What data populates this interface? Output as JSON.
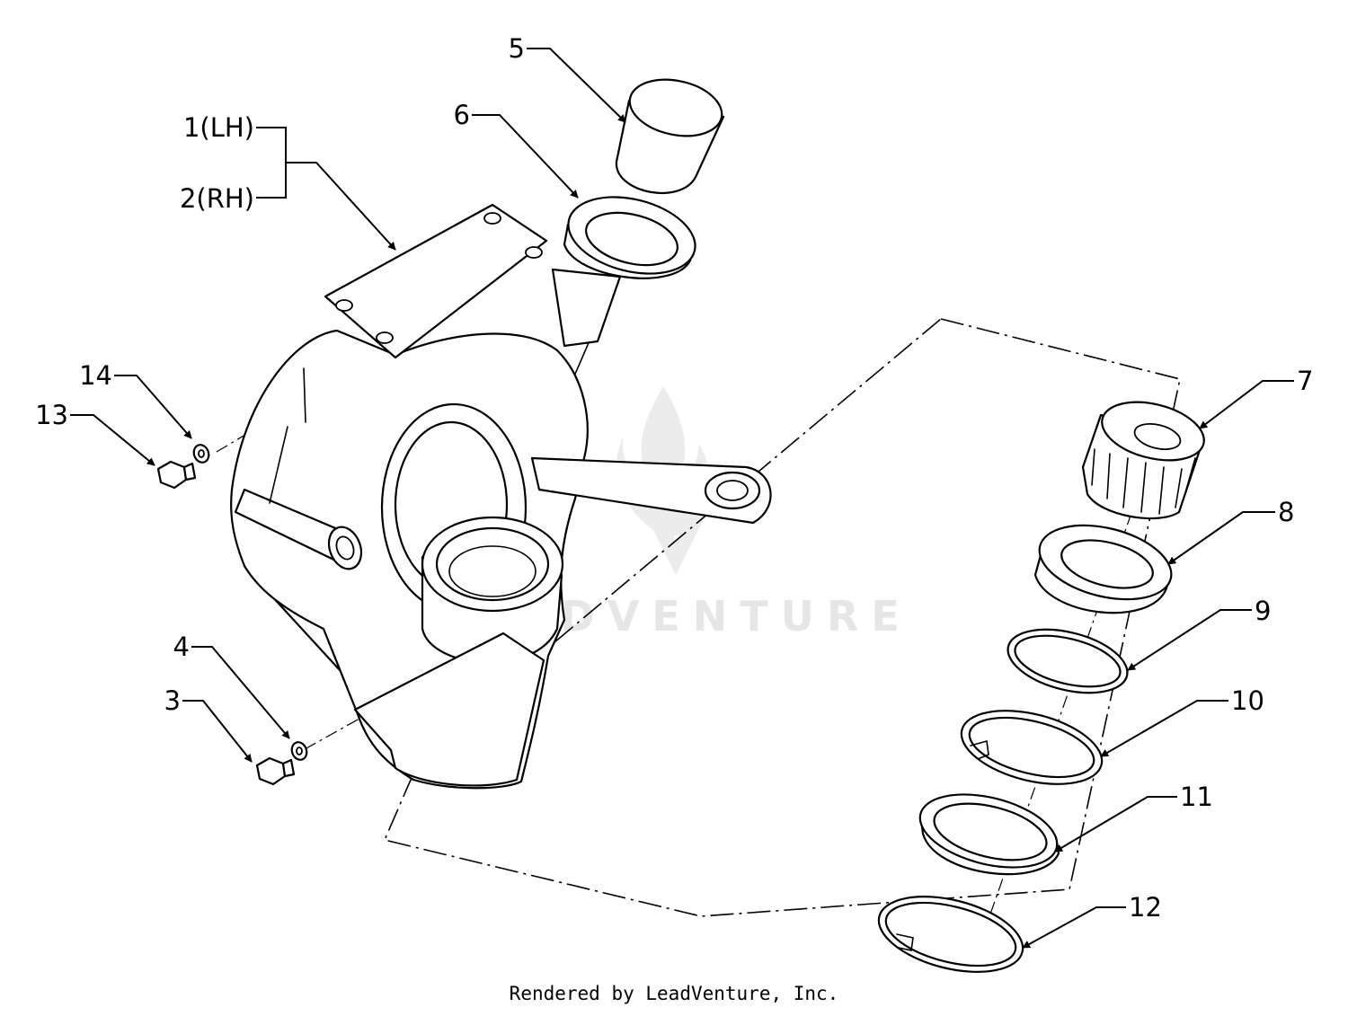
{
  "labels": {
    "lh": "1(LH)",
    "rh": "2(RH)",
    "p3": "3",
    "p4": "4",
    "p5": "5",
    "p6": "6",
    "p7": "7",
    "p8": "8",
    "p9": "9",
    "p10": "10",
    "p11": "11",
    "p12": "12",
    "p13": "13",
    "p14": "14"
  },
  "watermark": "LEADVENTURE",
  "footer": "Rendered by LeadVenture, Inc."
}
